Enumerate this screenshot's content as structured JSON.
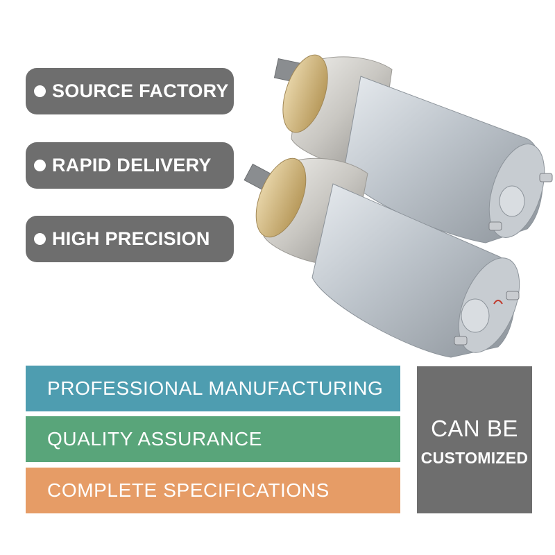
{
  "features": [
    {
      "label": "SOURCE FACTORY"
    },
    {
      "label": "RAPID DELIVERY"
    },
    {
      "label": "HIGH PRECISION"
    }
  ],
  "bands": [
    {
      "label": "PROFESSIONAL MANUFACTURING"
    },
    {
      "label": "QUALITY ASSURANCE"
    },
    {
      "label": "COMPLETE SPECIFICATIONS"
    }
  ],
  "custom_box": {
    "line1": "CAN BE",
    "line2": "CUSTOMIZED"
  },
  "product": {
    "image": "two-gear-motors"
  },
  "colors": {
    "pill": "#6e6e6e",
    "band_blue": "#4e9db0",
    "band_green": "#59a57a",
    "band_orange": "#e69c66",
    "custom_box": "#6e6e6e"
  }
}
